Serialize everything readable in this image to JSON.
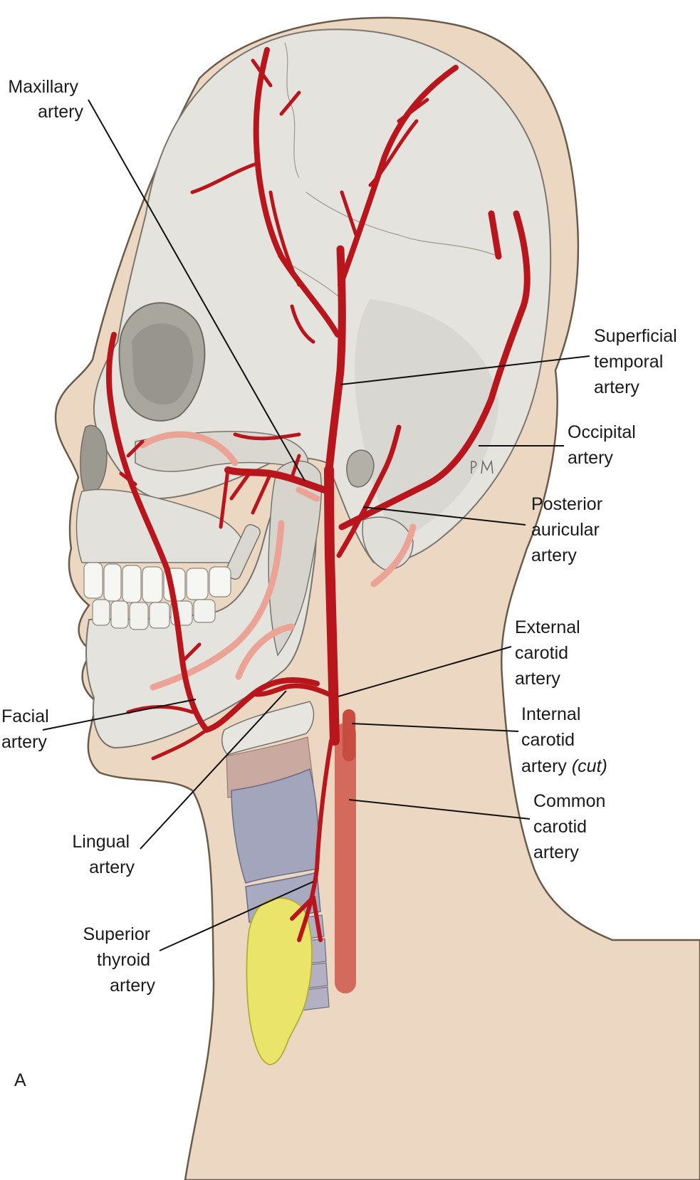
{
  "figure": {
    "panel_letter": "A",
    "artist_signature": "PM",
    "colors": {
      "skin": "#ecd8c2",
      "skin_outline": "#6b5b4b",
      "bone": "#e4e3de",
      "bone_shade": "#b9b7b0",
      "artery": "#b8161c",
      "artery_dark": "#8e0f14",
      "hidden_artery": "#eaa394",
      "cut_artery": "#d46a5c",
      "cartilage": "#a3a5bd",
      "thyroid": "#eae46a",
      "muscle": "#c9a9a0",
      "leader_line": "#111111"
    }
  },
  "labels": {
    "maxillary": [
      "Maxillary",
      "artery"
    ],
    "superficial_temporal": [
      "Superficial",
      "temporal",
      "artery"
    ],
    "occipital": [
      "Occipital",
      "artery"
    ],
    "posterior_auricular": [
      "Posterior",
      "auricular",
      "artery"
    ],
    "external_carotid": [
      "External",
      "carotid",
      "artery"
    ],
    "internal_carotid": [
      "Internal",
      "carotid",
      "artery ",
      "(cut)"
    ],
    "common_carotid": [
      "Common",
      "carotid",
      "artery"
    ],
    "facial": [
      "Facial",
      "artery"
    ],
    "lingual": [
      "Lingual",
      "artery"
    ],
    "superior_thyroid": [
      "Superior",
      "thyroid",
      "artery"
    ]
  }
}
